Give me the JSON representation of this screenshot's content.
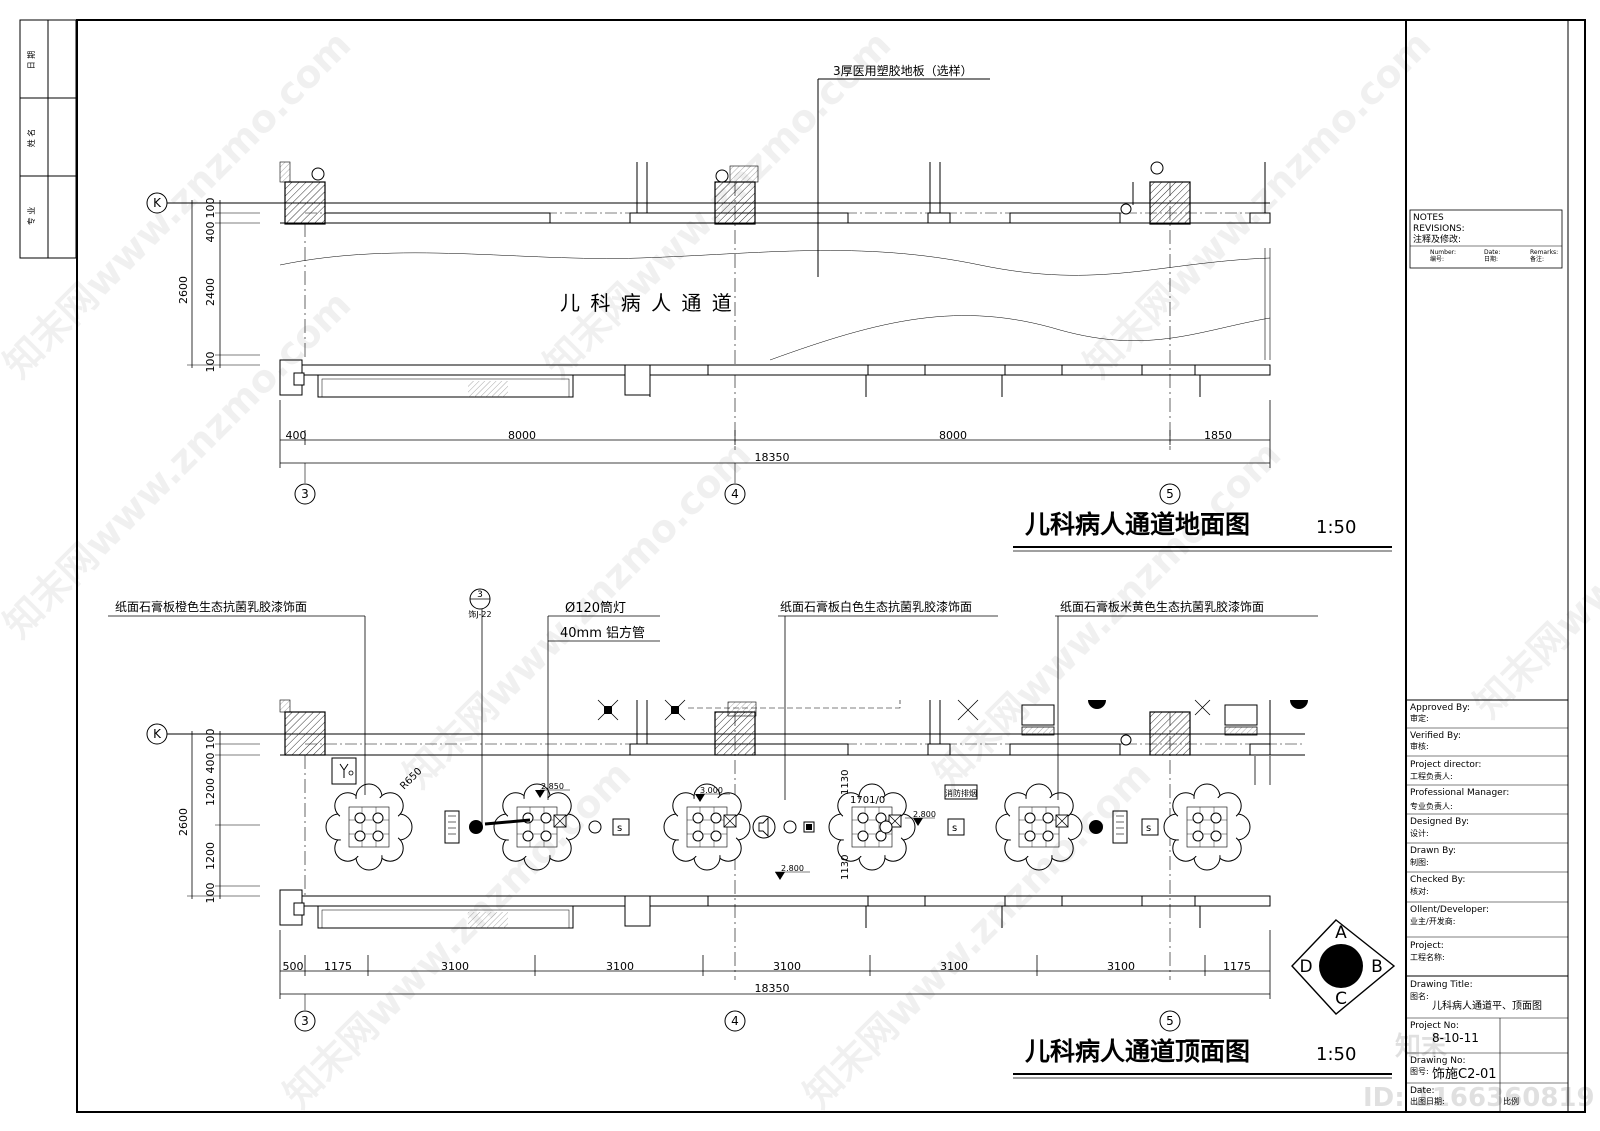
{
  "side_strip": {
    "date": "日 期",
    "name": "姓 名",
    "major": "专 业"
  },
  "floor_plan": {
    "title": "儿科病人通道地面图",
    "scale": "1:50",
    "room_label": "儿 科 病 人 通 道",
    "note": "3厚医用塑胶地板（选样）",
    "grid_row": "K",
    "grid_cols": [
      "3",
      "4",
      "5"
    ],
    "v_dims": [
      "100",
      "400",
      "2400",
      "100",
      "2600"
    ],
    "h_dims": [
      "400",
      "8000",
      "8000",
      "1850"
    ],
    "total": "18350"
  },
  "ceiling_plan": {
    "title": "儿科病人通道顶面图",
    "scale": "1:50",
    "grid_row": "K",
    "grid_cols": [
      "3",
      "4",
      "5"
    ],
    "detail_ref": {
      "num": "3",
      "sheet": "饰J-22"
    },
    "notes": {
      "orange": "纸面石膏板橙色生态抗菌乳胶漆饰面",
      "downlight": "Ø120筒灯",
      "alu": "40mm 铝方管",
      "white": "纸面石膏板白色生态抗菌乳胶漆饰面",
      "beige": "纸面石膏板米黄色生态抗菌乳胶漆饰面",
      "smoke": "消防排烟",
      "r650": "R650",
      "d1701": "1701/0",
      "d1130a": "1130",
      "d1130b": "1130"
    },
    "levels": [
      "2.850",
      "3.000",
      "2.800",
      "2.800"
    ],
    "v_dims": [
      "100",
      "400",
      "1200",
      "1200",
      "100",
      "2600"
    ],
    "h_dims": [
      "500",
      "1175",
      "3100",
      "3100",
      "3100",
      "3100",
      "3100",
      "1175"
    ],
    "total": "18350"
  },
  "compass": {
    "a": "A",
    "b": "B",
    "c": "C",
    "d": "D"
  },
  "title_block": {
    "notes": "NOTES",
    "revisions": "REVISIONS:",
    "notes_cn": "注释及修改:",
    "number": "Number:",
    "number_cn": "编号:",
    "date": "Date:",
    "date_cn": "日期:",
    "remarks": "Remarks:",
    "remarks_cn": "备注:",
    "approved": "Approved By:",
    "approved_cn": "审定:",
    "verified": "Verified By:",
    "verified_cn": "审核:",
    "project_director": "Project director:",
    "project_director_cn": "工程负责人:",
    "professional_manager": "Professional Manager:",
    "professional_manager_cn": "专业负责人:",
    "designed": "Designed By:",
    "designed_cn": "设计:",
    "drawn": "Drawn By:",
    "drawn_cn": "制图:",
    "checked": "Checked By:",
    "checked_cn": "核对:",
    "client": "Ollent/Developer:",
    "client_cn": "业主/开发商:",
    "project": "Project:",
    "project_cn": "工程名称:",
    "drawing_title": "Drawing Title:",
    "drawing_title_cn": "图名:",
    "drawing_title_value": "儿科病人通道平、顶面图",
    "project_no": "Project No:",
    "project_no_value": "8-10-11",
    "drawing_no": "Drawing No:",
    "drawing_no_cn": "图号:",
    "drawing_no_value": "饰施C2-01",
    "date_label": "Date:",
    "date_cn2": "出图日期:",
    "scale_label": "比例"
  },
  "watermark": {
    "text": "知末网www.znzmo.com",
    "logo": "知末",
    "id": "ID: 1166360819"
  }
}
